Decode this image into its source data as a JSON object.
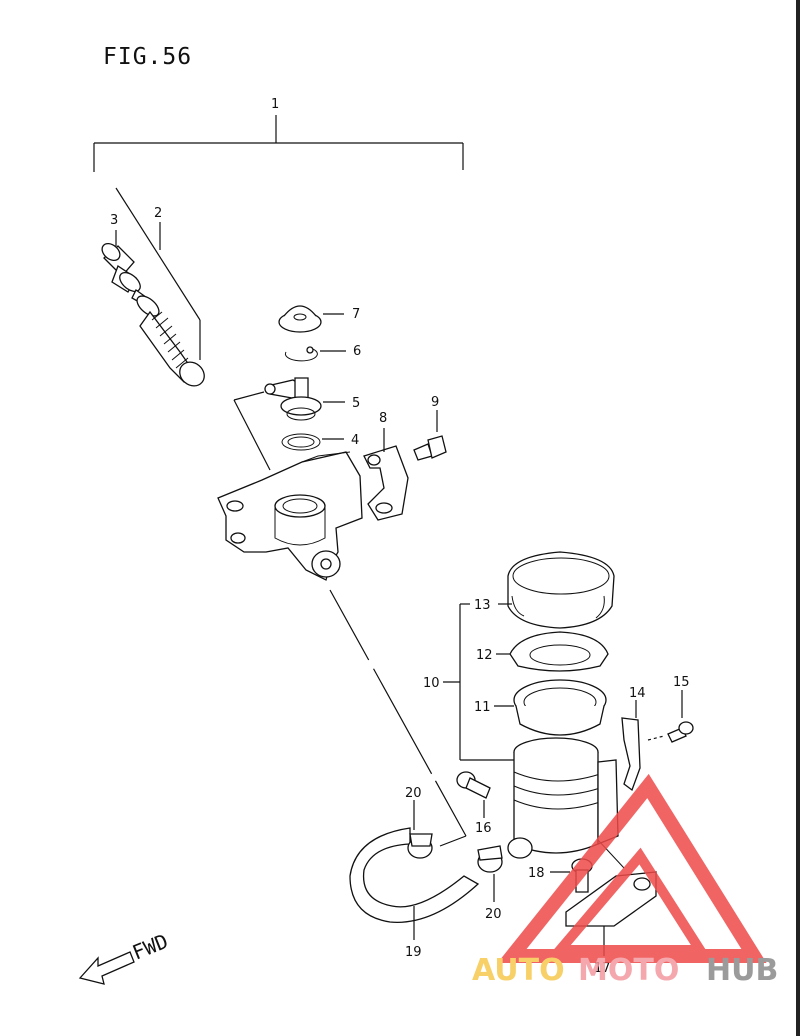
{
  "figure": {
    "title": "FIG.56"
  },
  "callouts": {
    "p1": "1",
    "p2": "2",
    "p3": "3",
    "p4": "4",
    "p5": "5",
    "p6": "6",
    "p7": "7",
    "p8": "8",
    "p9": "9",
    "p10": "10",
    "p11": "11",
    "p12": "12",
    "p13": "13",
    "p14": "14",
    "p15": "15",
    "p16": "16",
    "p17": "17",
    "p18": "18",
    "p19": "19",
    "p20a": "20",
    "p20b": "20"
  },
  "direction": {
    "label": "FWD"
  },
  "watermark": {
    "text_auto": "AUTO",
    "text_moto": "MOTO",
    "text_hub": "HUB",
    "color_auto": "#f6c84e",
    "color_moto": "#f39aa0",
    "color_hub": "#8a8a8a",
    "logo_color": "#ef4a4a"
  }
}
